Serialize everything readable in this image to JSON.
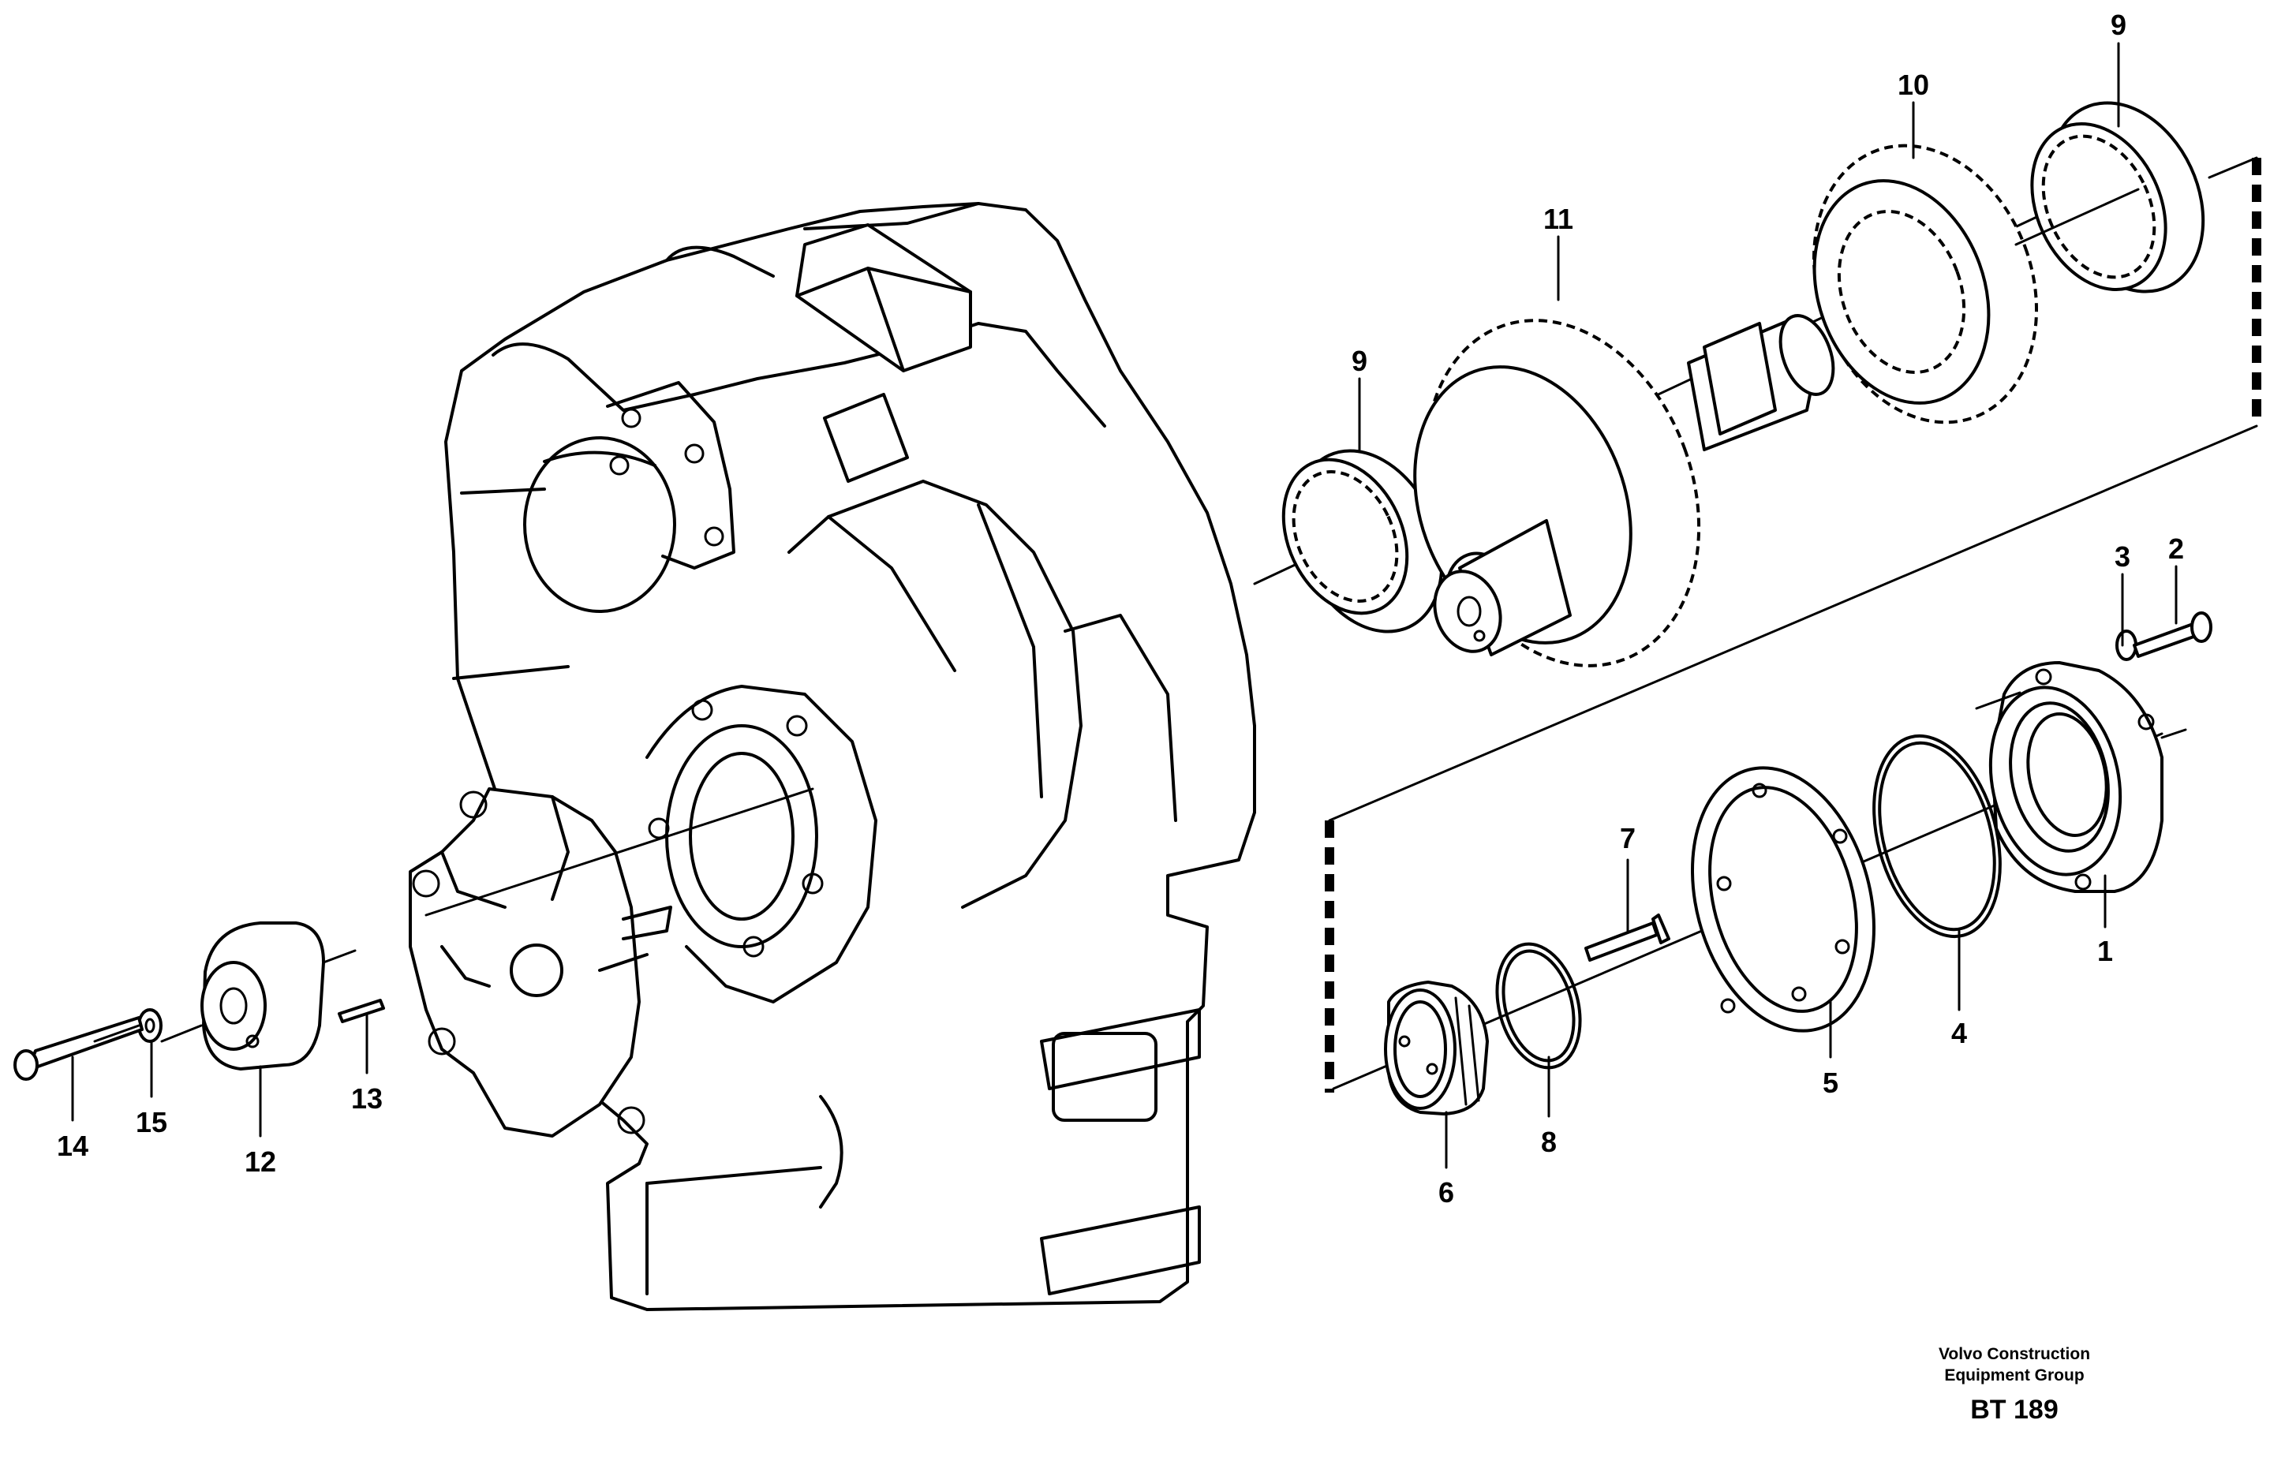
{
  "diagram": {
    "callouts": [
      {
        "id": "c1",
        "label": "1"
      },
      {
        "id": "c2",
        "label": "2"
      },
      {
        "id": "c3",
        "label": "3"
      },
      {
        "id": "c4",
        "label": "4"
      },
      {
        "id": "c5",
        "label": "5"
      },
      {
        "id": "c6",
        "label": "6"
      },
      {
        "id": "c7",
        "label": "7"
      },
      {
        "id": "c8",
        "label": "8"
      },
      {
        "id": "c9a",
        "label": "9"
      },
      {
        "id": "c9b",
        "label": "9"
      },
      {
        "id": "c10",
        "label": "10"
      },
      {
        "id": "c11",
        "label": "11"
      },
      {
        "id": "c12",
        "label": "12"
      },
      {
        "id": "c13",
        "label": "13"
      },
      {
        "id": "c14",
        "label": "14"
      },
      {
        "id": "c15",
        "label": "15"
      }
    ],
    "credit": {
      "line1": "Volvo Construction",
      "line2": "Equipment Group",
      "code": "BT 189"
    }
  }
}
